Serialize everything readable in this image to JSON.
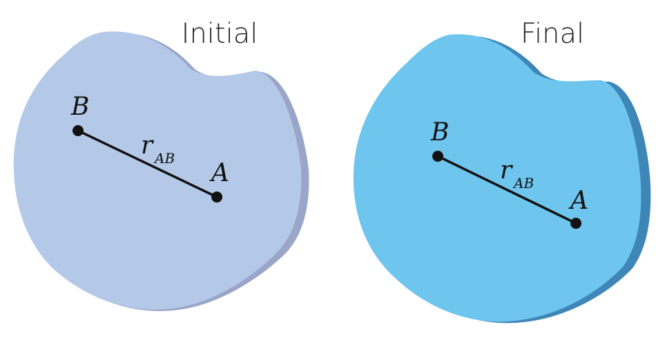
{
  "panels": [
    {
      "title": "Initial",
      "point_b": "B",
      "point_a": "A",
      "vector_symbol": "r",
      "vector_subscript": "AB",
      "body_color": "#b4c9e8",
      "edge_color": "#9aa6c8"
    },
    {
      "title": "Final",
      "point_b": "B",
      "point_a": "A",
      "vector_symbol": "r",
      "vector_subscript": "AB",
      "body_color": "#6ec5ee",
      "edge_color": "#3f86b8"
    }
  ]
}
